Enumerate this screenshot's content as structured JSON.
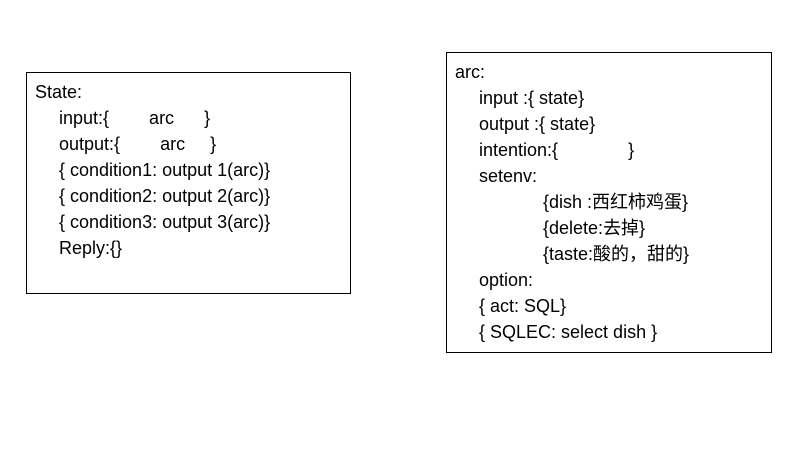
{
  "state_box": {
    "lines": [
      "State:",
      "input:{        arc      }",
      "output:{        arc     }",
      "{ condition1: output 1(arc)}",
      "{ condition2: output 2(arc)}",
      "{ condition3: output 3(arc)}",
      "Reply:{}"
    ]
  },
  "arc_box": {
    "lines": [
      "arc:",
      "input :{ state}",
      "output :{ state}",
      "intention:{              }",
      "setenv:",
      "{dish :西红柿鸡蛋}",
      "{delete:去掉}",
      "{taste:酸的，甜的}",
      "option:",
      "{ act: SQL}",
      "{ SQLEC: select dish }"
    ]
  }
}
